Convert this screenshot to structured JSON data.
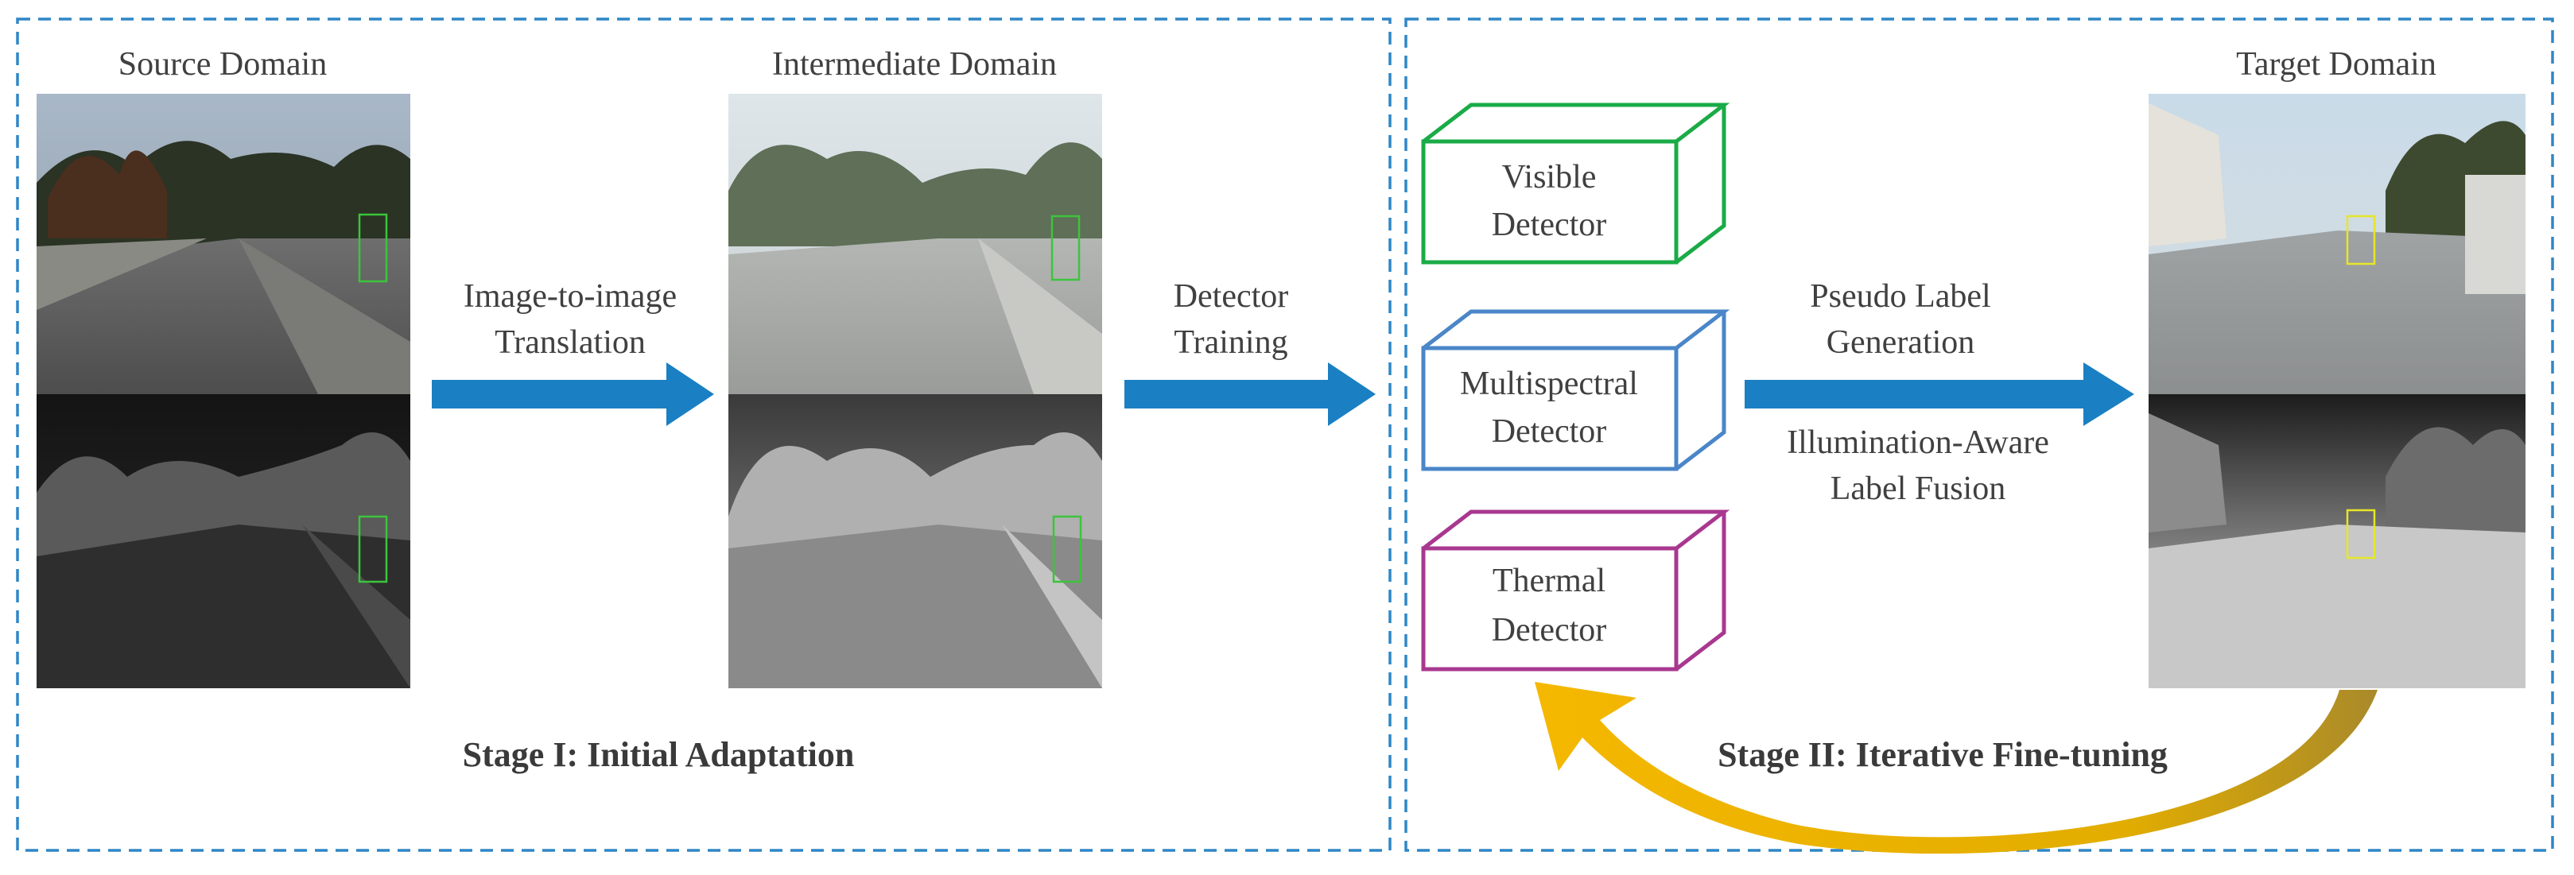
{
  "stage1": {
    "title": "Stage I: Initial Adaptation",
    "source_domain": "Source Domain",
    "intermediate_domain": "Intermediate Domain",
    "translation_line1": "Image-to-image",
    "translation_line2": "Translation",
    "training_line1": "Detector",
    "training_line2": "Training"
  },
  "stage2": {
    "title": "Stage II: Iterative Fine-tuning",
    "target_domain": "Target Domain",
    "detectors": [
      {
        "line1": "Visible",
        "line2": "Detector",
        "color": "#1aab47"
      },
      {
        "line1": "Multispectral",
        "line2": "Detector",
        "color": "#4a86c8"
      },
      {
        "line1": "Thermal",
        "line2": "Detector",
        "color": "#a8388f"
      }
    ],
    "pseudo_line1": "Pseudo Label",
    "pseudo_line2": "Generation",
    "fusion_line1": "Illumination-Aware",
    "fusion_line2": "Label Fusion"
  },
  "colors": {
    "dashed_border": "#2f86c6",
    "arrow_blue": "#1b7fc3",
    "feedback_arrow": "#e8b000",
    "box_green": "#3cc43c",
    "box_yellow": "#e6e62a"
  }
}
